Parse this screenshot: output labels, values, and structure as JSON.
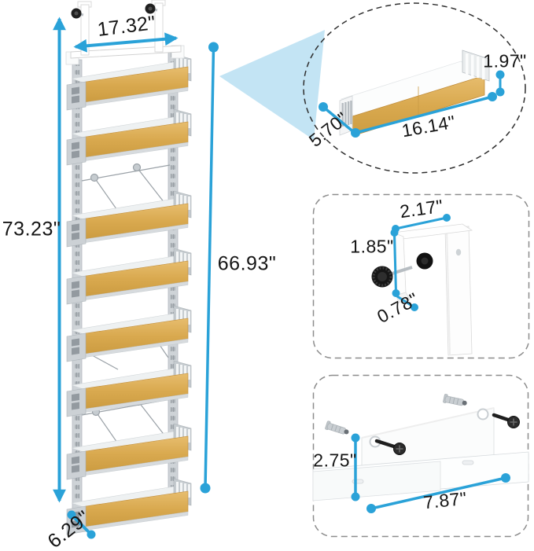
{
  "units": "inches",
  "colors": {
    "dimension_line": "#2aa2d8",
    "callout_wedge": "#c3e4f4",
    "bamboo": "#d8a64f",
    "metal_silver": "#ccd1d5",
    "hardware_black": "#1f1f1f"
  },
  "main_diagram": {
    "basket_count": 8,
    "overall_width": "17.32\"",
    "overall_height": "73.23\"",
    "rack_height": "66.93\"",
    "basket_depth": "6.29\""
  },
  "basket_inset": {
    "basket_height": "1.97\"",
    "basket_depth": "5.70\"",
    "basket_width": "16.14\""
  },
  "hook_inset": {
    "hook_top_width": "2.17\"",
    "hook_side_height": "1.85\"",
    "hook_opening": "0.78\""
  },
  "wall_bracket_inset": {
    "bracket_height": "2.75\"",
    "bracket_width": "7.87\""
  }
}
